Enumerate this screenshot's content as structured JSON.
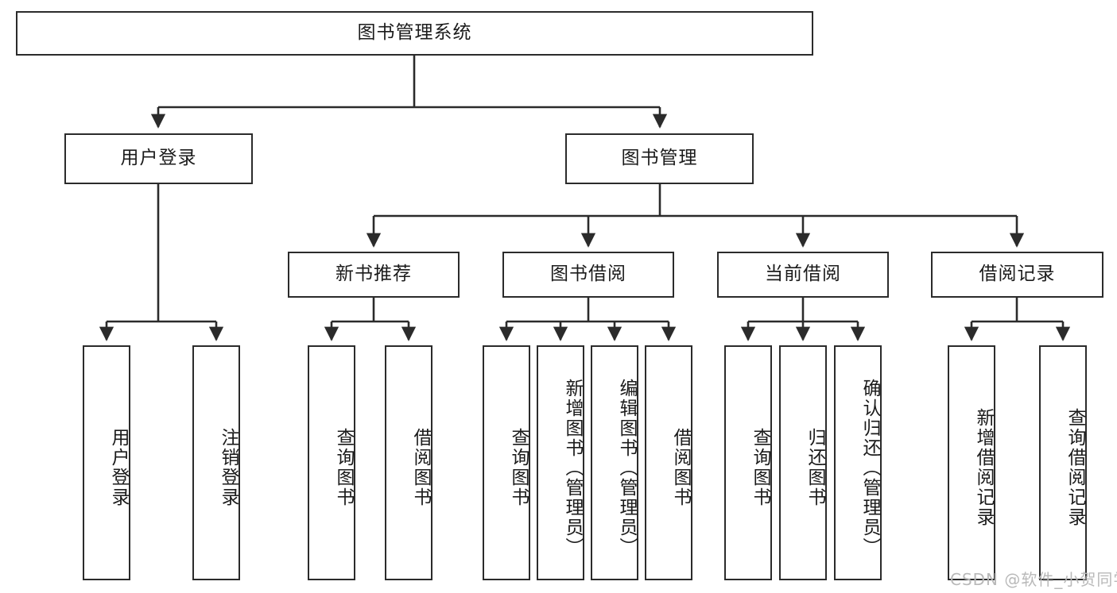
{
  "diagram": {
    "type": "tree-hierarchy-chart",
    "title": "图书管理系统",
    "colors": {
      "stroke": "#2b2b2b",
      "fill": "#ffffff",
      "text": "#1b1b1b",
      "watermark": "#b9b9b9"
    },
    "root": {
      "id": "root",
      "label": "图书管理系统",
      "orientation": "horizontal"
    },
    "level1": [
      {
        "id": "user-login",
        "label": "用户登录",
        "orientation": "horizontal"
      },
      {
        "id": "book-management",
        "label": "图书管理",
        "orientation": "horizontal"
      }
    ],
    "level2": [
      {
        "id": "new-book-recommend",
        "label": "新书推荐",
        "parent": "book-management",
        "orientation": "horizontal"
      },
      {
        "id": "book-borrow",
        "label": "图书借阅",
        "parent": "book-management",
        "orientation": "horizontal"
      },
      {
        "id": "current-borrow",
        "label": "当前借阅",
        "parent": "book-management",
        "orientation": "horizontal"
      },
      {
        "id": "borrow-record",
        "label": "借阅记录",
        "parent": "book-management",
        "orientation": "horizontal"
      }
    ],
    "leaves": [
      {
        "id": "leaf-user-login",
        "label": "用户登录",
        "parent": "user-login",
        "orientation": "vertical"
      },
      {
        "id": "leaf-user-logout",
        "label": "注销登录",
        "parent": "user-login",
        "orientation": "vertical"
      },
      {
        "id": "leaf-query-book-1",
        "label": "查询图书",
        "parent": "new-book-recommend",
        "orientation": "vertical"
      },
      {
        "id": "leaf-borrow-book-1",
        "label": "借阅图书",
        "parent": "new-book-recommend",
        "orientation": "vertical"
      },
      {
        "id": "leaf-query-book-2",
        "label": "查询图书",
        "parent": "book-borrow",
        "orientation": "vertical"
      },
      {
        "id": "leaf-add-book",
        "label": "新增图书（管理员）",
        "parent": "book-borrow",
        "orientation": "vertical"
      },
      {
        "id": "leaf-edit-book",
        "label": "编辑图书（管理员）",
        "parent": "book-borrow",
        "orientation": "vertical"
      },
      {
        "id": "leaf-borrow-book-2",
        "label": "借阅图书",
        "parent": "book-borrow",
        "orientation": "vertical"
      },
      {
        "id": "leaf-query-book-3",
        "label": "查询图书",
        "parent": "current-borrow",
        "orientation": "vertical"
      },
      {
        "id": "leaf-return-book",
        "label": "归还图书",
        "parent": "current-borrow",
        "orientation": "vertical"
      },
      {
        "id": "leaf-confirm-return",
        "label": "确认归还（管理员）",
        "parent": "current-borrow",
        "orientation": "vertical"
      },
      {
        "id": "leaf-add-record",
        "label": "新增借阅记录",
        "parent": "borrow-record",
        "orientation": "vertical"
      },
      {
        "id": "leaf-query-record",
        "label": "查询借阅记录",
        "parent": "borrow-record",
        "orientation": "vertical"
      }
    ],
    "watermark": "CSDN @软件_小贺同学"
  }
}
